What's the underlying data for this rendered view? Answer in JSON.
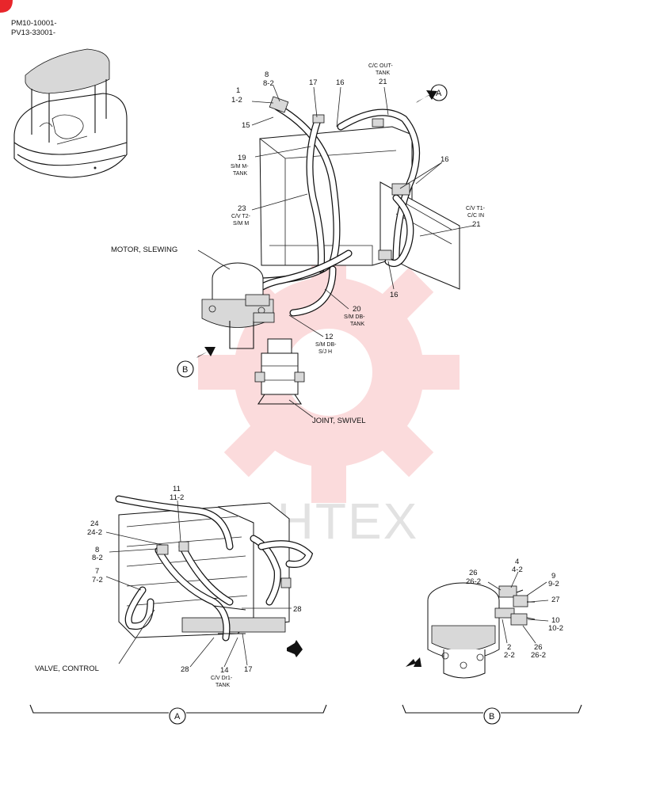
{
  "header": {
    "serial_line_1": "PM10-10001-",
    "serial_line_2": "PV13-33001-"
  },
  "watermark": {
    "brand_text": "ИНТЕХ",
    "color": "#e8262b"
  },
  "main_view": {
    "labels": {
      "p1": "1",
      "p1_2": "1-2",
      "p8": "8",
      "p8_2": "8-2",
      "p17": "17",
      "p16_top": "16",
      "p15": "15",
      "p19": "19",
      "p19_desc_1": "S/M M-",
      "p19_desc_2": "TANK",
      "p23": "23",
      "p23_desc_1": "C/V T2-",
      "p23_desc_2": "S/M M",
      "p21_top_desc_1": "C/C OUT-",
      "p21_top_desc_2": "TANK",
      "p21_top": "21",
      "p16_right": "16",
      "p21_right_desc_1": "C/V T1-",
      "p21_right_desc_2": "C/C IN",
      "p21_right": "21",
      "p16_bottom": "16",
      "p20": "20",
      "p20_desc_1": "S/M DB-",
      "p20_desc_2": "TANK",
      "p12": "12",
      "p12_desc_1": "S/M DB-",
      "p12_desc_2": "S/J H",
      "motor_slewing": "MOTOR, SLEWING",
      "joint_swivel": "JOINT, SWIVEL",
      "view_a_marker": "A",
      "view_b_marker": "B"
    }
  },
  "detail_a": {
    "labels": {
      "p11": "11",
      "p11_2": "11-2",
      "p24": "24",
      "p24_2": "24-2",
      "p8": "8",
      "p8_2": "8-2",
      "p7": "7",
      "p7_2": "7-2",
      "p28_right": "28",
      "p28_left": "28",
      "p14": "14",
      "p14_desc_1": "C/V Dr1-",
      "p14_desc_2": "TANK",
      "p17": "17",
      "valve_control": "VALVE, CONTROL",
      "section_marker": "A"
    }
  },
  "detail_b": {
    "labels": {
      "p4": "4",
      "p4_2": "4-2",
      "p26_top": "26",
      "p26_2_top": "26-2",
      "p9": "9",
      "p9_2": "9-2",
      "p27": "27",
      "p10": "10",
      "p10_2": "10-2",
      "p2": "2",
      "p2_2": "2-2",
      "p26_bottom": "26",
      "p26_2_bottom": "26-2",
      "section_marker": "B"
    }
  }
}
